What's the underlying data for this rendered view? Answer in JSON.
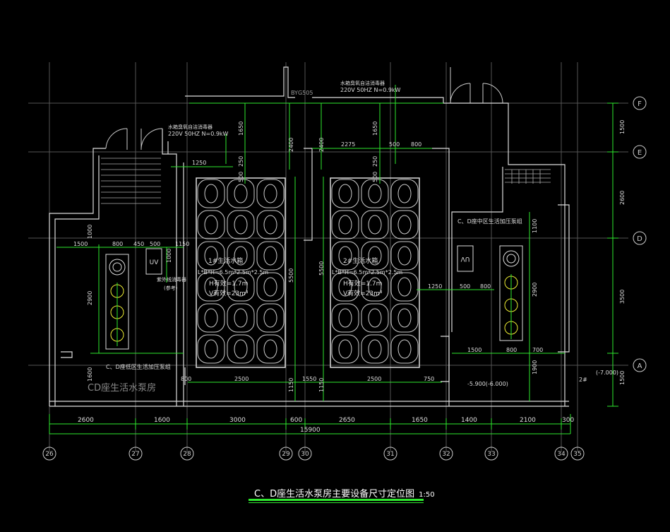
{
  "drawing": {
    "title": "C、D座生活水泵房主要设备尺寸定位图",
    "scale": "1:50",
    "room_name": "CD座生活水泵房",
    "columns_bottom": [
      "26",
      "27",
      "28",
      "29",
      "30",
      "31",
      "32",
      "33",
      "34",
      "35"
    ],
    "rows_right": [
      "F",
      "E",
      "D",
      "A"
    ],
    "bottom_dims": [
      "2600",
      "1600",
      "3000",
      "600",
      "2650",
      "1650",
      "1400",
      "2100",
      "300"
    ],
    "total_dim": "15900",
    "right_dims": [
      "1500",
      "2600",
      "3500",
      "1500"
    ],
    "tank1": {
      "name": "1#生活水箱",
      "size": "L*B*H=6.5m*2.5m*2.5m",
      "h_eff": "H有效=1.7m",
      "v_eff": "V有效=23m³"
    },
    "tank2": {
      "name": "2#生活水箱",
      "size": "L*B*H=6.5m*2.5m*2.5m",
      "h_eff": "H有效=1.7m",
      "v_eff": "V有效=23m³"
    },
    "power_left": {
      "line1": "水箱臭氧自洁消毒器",
      "line2": "220V 50HZ N=0.9kW"
    },
    "power_right": {
      "line1": "水箱臭氧自洁消毒器",
      "line2": "220V 50HZ N=0.9kW"
    },
    "left_pump_label": "C、D座低区生活加压泵组",
    "right_pump_label": "C、D座中区生活加压泵组",
    "uv_left": "UV",
    "uv_right": "UV",
    "misc_label": "紫外线消毒器",
    "misc_label2": "(参考)",
    "pit_label": "2#",
    "level_label": "-5.900(-6.000)",
    "level_right": "(-7.000)",
    "bys_label": "BYG505",
    "dims": {
      "d1250a": "1250",
      "d1650a": "1650",
      "d250a": "250",
      "d500a": "500",
      "d2400a": "2400",
      "d2400b": "2400",
      "d2275": "2275",
      "d500b": "500",
      "d800a": "800",
      "d1650b": "1650",
      "d250b": "250",
      "d500c": "500",
      "d1500": "1500",
      "d800b": "800",
      "d450": "450",
      "d500d": "500",
      "d1150": "1150",
      "d1000a": "1000",
      "d1000b": "1000",
      "d2900a": "2900",
      "d1600": "1600",
      "d5500a": "5500",
      "d5500b": "5500",
      "d800c": "800",
      "d2500a": "2500",
      "d1150b": "1150",
      "d1550": "1550",
      "d1150c": "1150",
      "d2500b": "2500",
      "d750": "750",
      "d1250b": "1250",
      "d500e": "500",
      "d800d": "800",
      "d1100": "1100",
      "d2900b": "2900",
      "d1500b": "1500",
      "d800e": "800",
      "d700": "700",
      "d1900": "1900"
    }
  }
}
